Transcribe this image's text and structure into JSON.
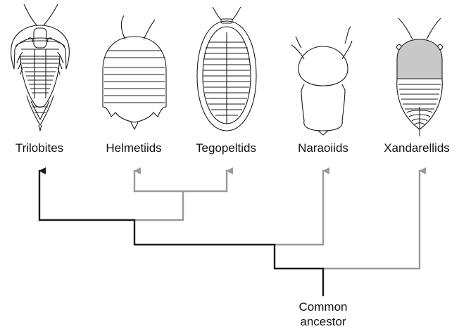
{
  "colors": {
    "tree_black": "#1a1a1a",
    "tree_gray": "#9a9a9a",
    "shield_gray": "#c8c8c8"
  },
  "taxa": [
    {
      "name": "Trilobites",
      "icon": "trilobite-icon"
    },
    {
      "name": "Helmetiids",
      "icon": "helmetiid-icon"
    },
    {
      "name": "Tegopeltids",
      "icon": "tegopeltid-icon"
    },
    {
      "name": "Naraoiids",
      "icon": "naraoiid-icon"
    },
    {
      "name": "Xandarellids",
      "icon": "xandarellid-icon"
    }
  ],
  "root": {
    "line1": "Common",
    "line2": "ancestor"
  }
}
